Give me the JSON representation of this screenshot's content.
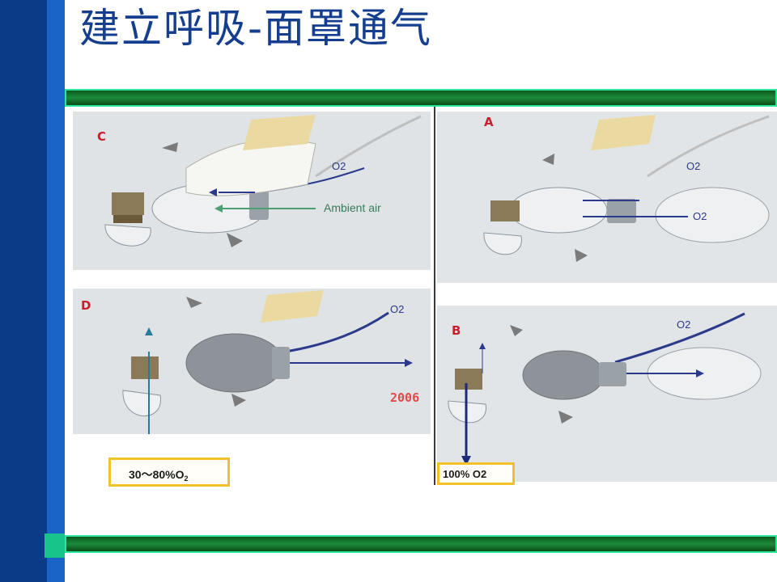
{
  "slide": {
    "title": "建立呼吸-面罩通气"
  },
  "panels": {
    "c": {
      "letter": "C",
      "o2": "O2",
      "ambient": "Ambient air"
    },
    "a": {
      "letter": "A",
      "o2_top": "O2",
      "o2_bag": "O2"
    },
    "d": {
      "letter": "D",
      "o2": "O2",
      "year": "2006"
    },
    "b": {
      "letter": "B",
      "o2": "O2"
    }
  },
  "callouts": {
    "left": {
      "main": "30～80%O",
      "sub": "2"
    },
    "right": {
      "text": "100% O2"
    }
  },
  "colors": {
    "title": "#163e8e",
    "sidebar": "#0b3a86",
    "bar": "#1d8a3c",
    "callout_border": "#f2c12a"
  }
}
